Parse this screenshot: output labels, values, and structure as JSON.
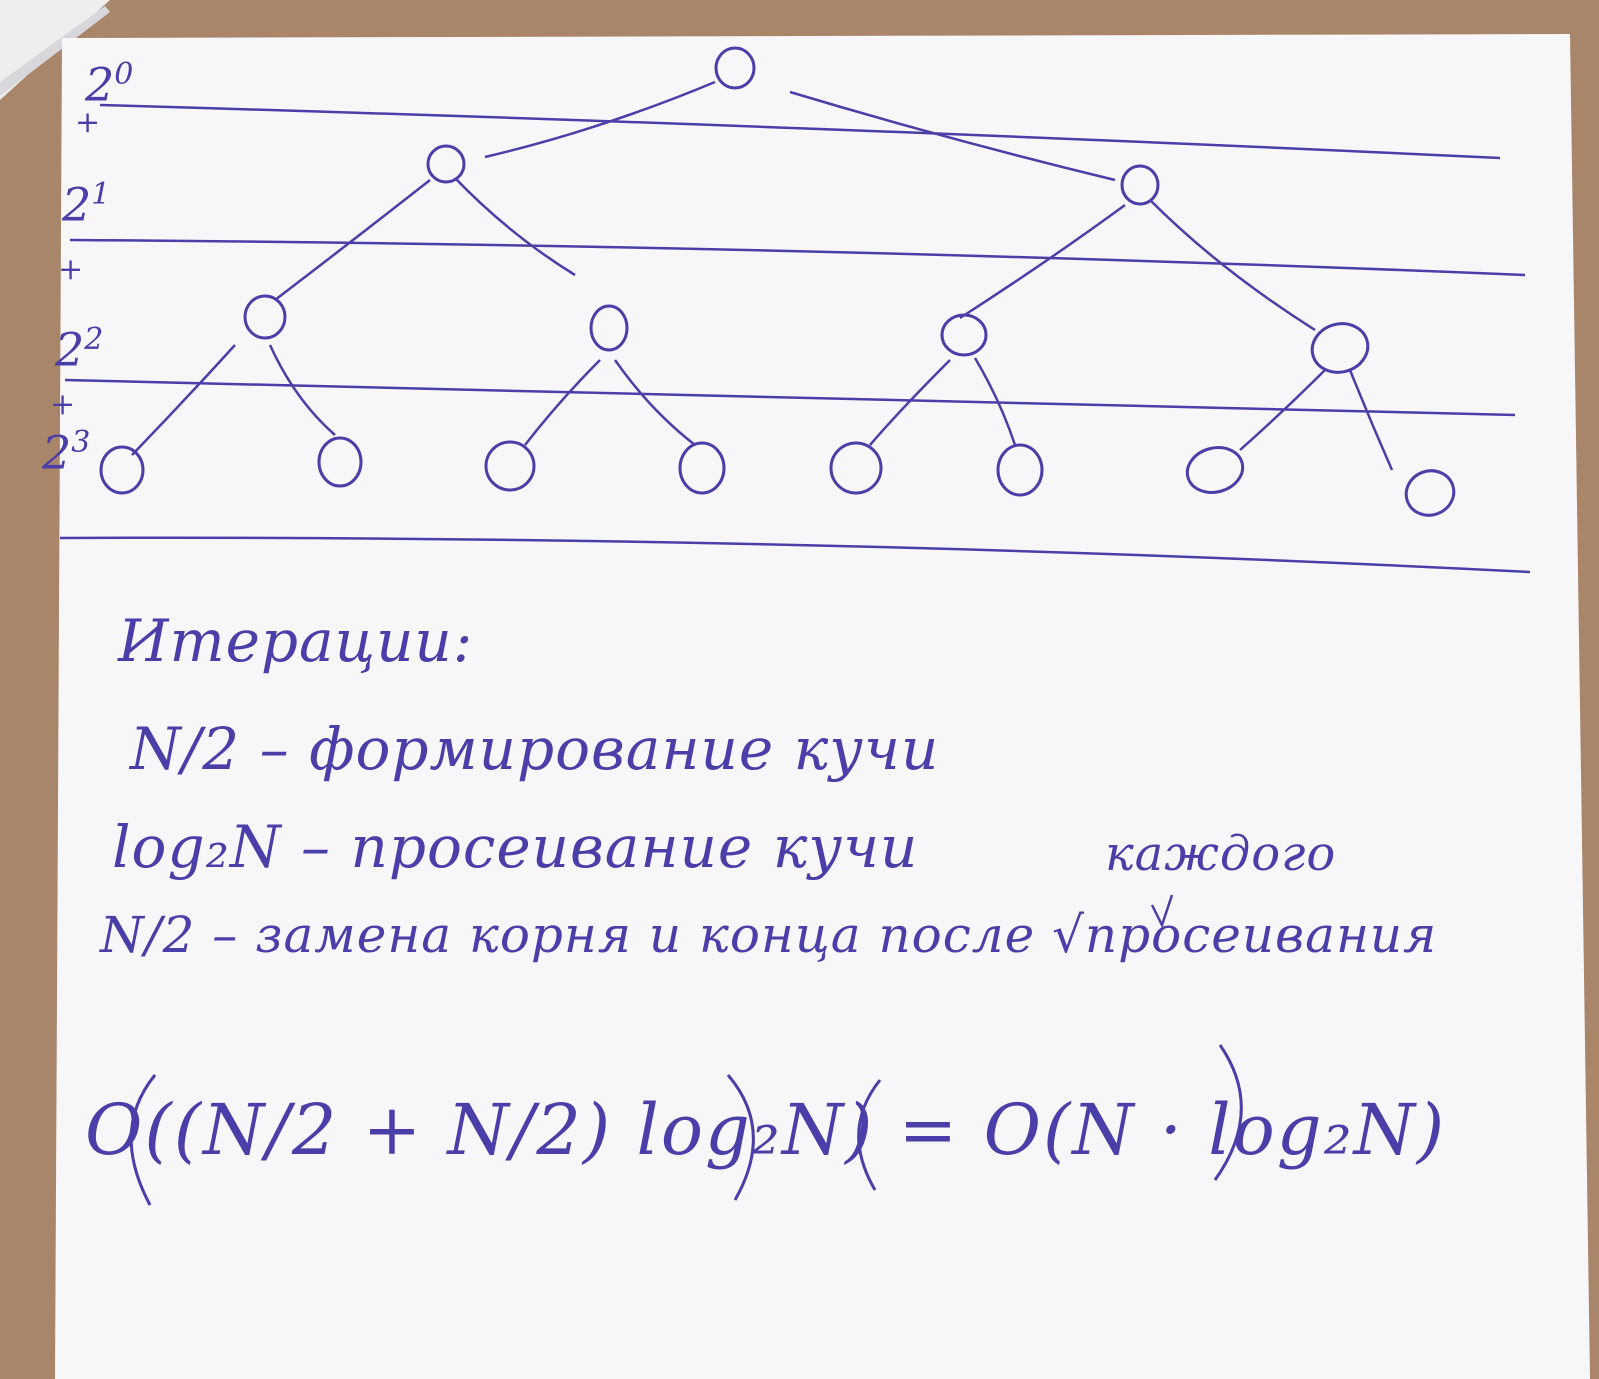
{
  "colors": {
    "ink": "#4a3ea8",
    "paper": "#f7f6f8",
    "desk": "#a9866a"
  },
  "levels": [
    {
      "base": "2",
      "exponent": "0"
    },
    {
      "base": "2",
      "exponent": "1"
    },
    {
      "base": "2",
      "exponent": "2"
    },
    {
      "base": "2",
      "exponent": "3"
    }
  ],
  "plus_sign": "+",
  "notes": {
    "heading": "Итерации:",
    "line1": "N/2 – формирование кучи",
    "line2": "log₂N – просеивание кучи",
    "insert_word": "каждого",
    "line3": "N/2 – замена корня и конца после √просеивания"
  },
  "formula": "O((N/2 + N/2) log₂N) = O(N · log₂N)"
}
